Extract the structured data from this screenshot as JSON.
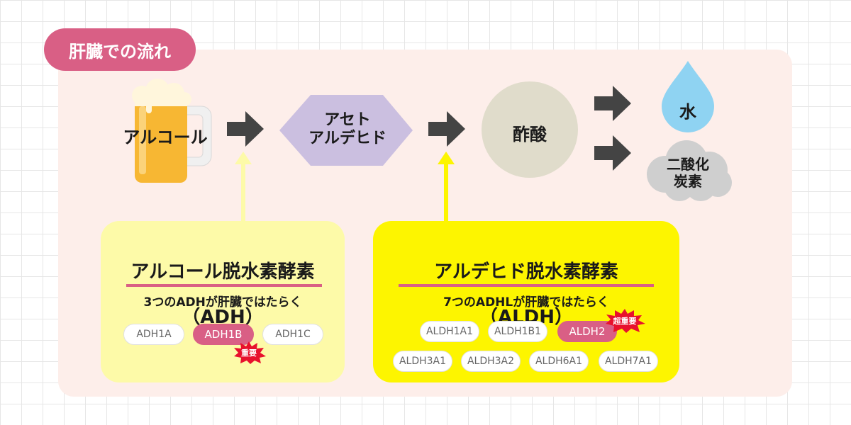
{
  "title": "肝臓での流れ",
  "flow": {
    "alcohol": "アルコール",
    "acetaldehyde_line1": "アセト",
    "acetaldehyde_line2": "アルデヒド",
    "acetic_acid": "酢酸",
    "water": "水",
    "co2_line1": "二酸化",
    "co2_line2": "炭素"
  },
  "adh": {
    "title_line1": "アルコール脱水素酵素",
    "title_line2": "（ADH）",
    "subtitle": "3つのADHが肝臓ではたらく",
    "enzymes": [
      "ADH1A",
      "ADH1B",
      "ADH1C"
    ],
    "badge": "重要"
  },
  "aldh": {
    "title_line1": "アルデヒド脱水素酵素",
    "title_line2": "（ALDH）",
    "subtitle": "7つのADHLが肝臓ではたらく",
    "enzymes_row1": [
      "ALDH1A1",
      "ALDH1B1",
      "ALDH2"
    ],
    "enzymes_row2": [
      "ALDH3A1",
      "ALDH3A2",
      "ALDH6A1",
      "ALDH7A1"
    ],
    "badge": "超重要"
  },
  "colors": {
    "accent_pink": "#d95f85",
    "panel_bg": "#fdeeea",
    "adh_box": "#fdfaa8",
    "aldh_box": "#fdf500",
    "aldehyde_hex": "#cbbfe0",
    "acetic_circle": "#e0dccb",
    "water_drop": "#8fd3f2",
    "cloud": "#cfcfcf",
    "arrow": "#444444"
  }
}
